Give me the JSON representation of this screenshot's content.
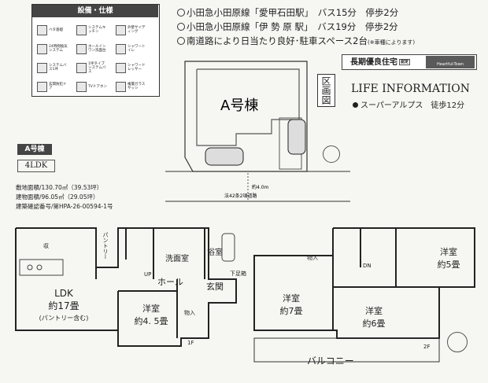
{
  "equipment": {
    "title": "設備・仕様",
    "items": [
      {
        "icon": "foundation-icon",
        "label": "ベタ基礎"
      },
      {
        "icon": "kitchen-icon",
        "label": "システムキッチン"
      },
      {
        "icon": "siding-icon",
        "label": "外壁サイディング"
      },
      {
        "icon": "ventilation-icon",
        "label": "24時間換気システム"
      },
      {
        "icon": "shampoo-icon",
        "label": "ホールインワン洗面台"
      },
      {
        "icon": "toilet-icon",
        "label": "シャワートイレ"
      },
      {
        "icon": "bath-icon",
        "label": "システムバス1坪"
      },
      {
        "icon": "bathroom-icon",
        "label": "1坪タイプシステムバス"
      },
      {
        "icon": "dresser-icon",
        "label": "シャワードレッサー"
      },
      {
        "icon": "door-icon",
        "label": "玄関防犯ドア"
      },
      {
        "icon": "monitor-icon",
        "label": "TVドアホン"
      },
      {
        "icon": "glass-icon",
        "label": "複層ガラスサッシ"
      }
    ]
  },
  "highlights": [
    {
      "text": "小田急小田原線「愛甲石田駅」　バス15分　停歩2分"
    },
    {
      "text": "小田急小田原線「伊 勢 原 駅」　バス19分　停歩2分"
    },
    {
      "text": "南道路により日当たり良好･駐車スペース2台",
      "note": "(※車種によります)"
    }
  ],
  "badge": {
    "label": "長期優良住宅",
    "sub": "認定",
    "brand": "Heartful-Town"
  },
  "life": {
    "title": "LIFE INFORMATION",
    "item": "スーパーアルプス　徒歩12分"
  },
  "site": {
    "building": "A号棟",
    "zone": "区画図",
    "road": "法42条2項道路",
    "width": "約4.0m"
  },
  "house": {
    "name": "A号棟",
    "plan": "4LDK",
    "land": "敷地面積/130.70㎡（39.53坪）",
    "floor": "建物面積/96.05㎡（29.05坪）",
    "permit": "建築確認番号/第HPA-26-00594-1号"
  },
  "floor1": {
    "ldk": "LDK",
    "ldk_size": "約17畳",
    "ldk_note": "(パントリー含む)",
    "pantry": "パントリー",
    "storage_label": "収",
    "washroom": "洗面室",
    "bath": "浴室",
    "hall": "ホール",
    "entrance": "玄関",
    "shoe": "下足箱",
    "room": "洋室",
    "room_size": "約4. 5畳",
    "closet": "物入",
    "up": "UP",
    "floor_label": "1F"
  },
  "floor2": {
    "room1": "洋室",
    "room1_size": "約5畳",
    "room2": "洋室",
    "room2_size": "約7畳",
    "room3": "洋室",
    "room3_size": "約6畳",
    "closet": "物入",
    "dn": "DN",
    "balcony": "バルコニー",
    "floor_label": "2F"
  }
}
